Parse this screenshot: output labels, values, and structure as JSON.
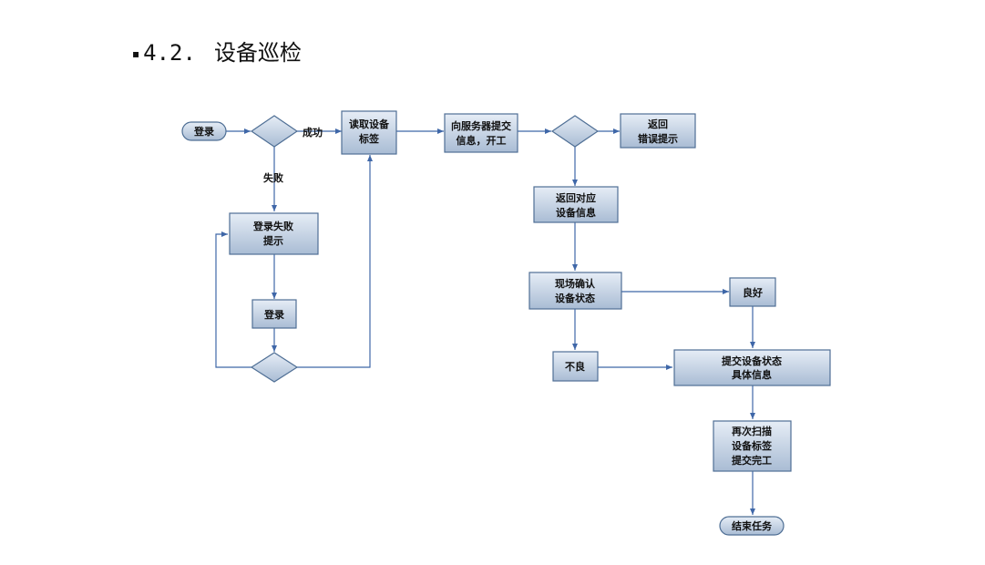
{
  "heading": {
    "bullet": "▪",
    "number": "4.2.",
    "title": "设备巡检"
  },
  "nodes": {
    "login_start": "登录",
    "read_tag": [
      "读取设备",
      "标签"
    ],
    "submit_to_server": [
      "向服务器提交",
      "信息，开工"
    ],
    "return_error": [
      "返回",
      "错误提示"
    ],
    "login_fail_tip": [
      "登录失败",
      "提示"
    ],
    "login_retry": "登录",
    "return_device_info": [
      "返回对应",
      "设备信息"
    ],
    "confirm_status": [
      "现场确认",
      "设备状态"
    ],
    "good": "良好",
    "bad": "不良",
    "submit_status_detail": [
      "提交设备状态",
      "具体信息"
    ],
    "rescan_submit": [
      "再次扫描",
      "设备标签",
      "提交完工"
    ],
    "end_task": "结束任务"
  },
  "edge_labels": {
    "success": "成功",
    "fail": "失败"
  },
  "colors": {
    "box_top": "#e6edf6",
    "box_bottom": "#a9bcd4",
    "border": "#4f6f95",
    "edge": "#3f67a8"
  }
}
